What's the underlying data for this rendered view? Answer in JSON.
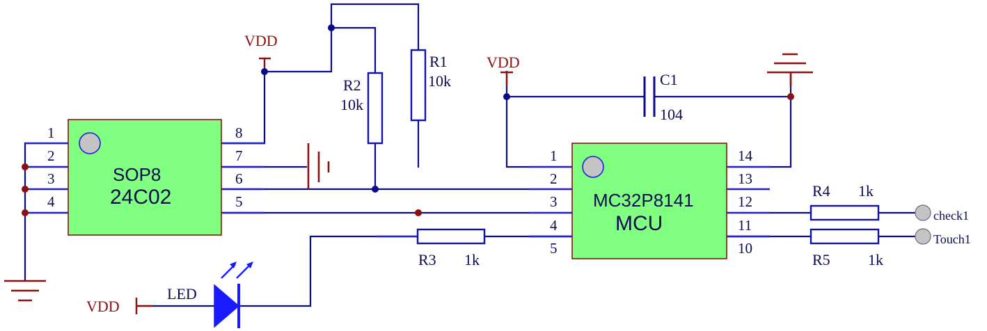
{
  "components": {
    "eeprom": {
      "line1": "SOP8",
      "line2": "24C02",
      "pins_left": [
        "1",
        "2",
        "3",
        "4"
      ],
      "pins_right": [
        "8",
        "7",
        "6",
        "5"
      ]
    },
    "mcu": {
      "line1": "MC32P8141",
      "line2": "MCU",
      "pins_left": [
        "1",
        "2",
        "3",
        "4",
        "5"
      ],
      "pins_right": [
        "14",
        "13",
        "12",
        "11",
        "10"
      ]
    },
    "R1": {
      "ref": "R1",
      "value": "10k"
    },
    "R2": {
      "ref": "R2",
      "value": "10k"
    },
    "R3": {
      "ref": "R3",
      "value": "1k"
    },
    "R4": {
      "ref": "R4",
      "value": "1k"
    },
    "R5": {
      "ref": "R5",
      "value": "1k"
    },
    "C1": {
      "ref": "C1",
      "value": "104"
    },
    "led": {
      "ref": "LED"
    }
  },
  "power": {
    "vdd_eeprom": "VDD",
    "vdd_mcu": "VDD",
    "vdd_led": "VDD"
  },
  "ports": {
    "check": "check1",
    "touch": "Touch1"
  },
  "colors": {
    "wire": "#0a0a8c",
    "pin": "#1f1fd8",
    "power": "#8b1010",
    "chip_fill": "#80ff80"
  }
}
